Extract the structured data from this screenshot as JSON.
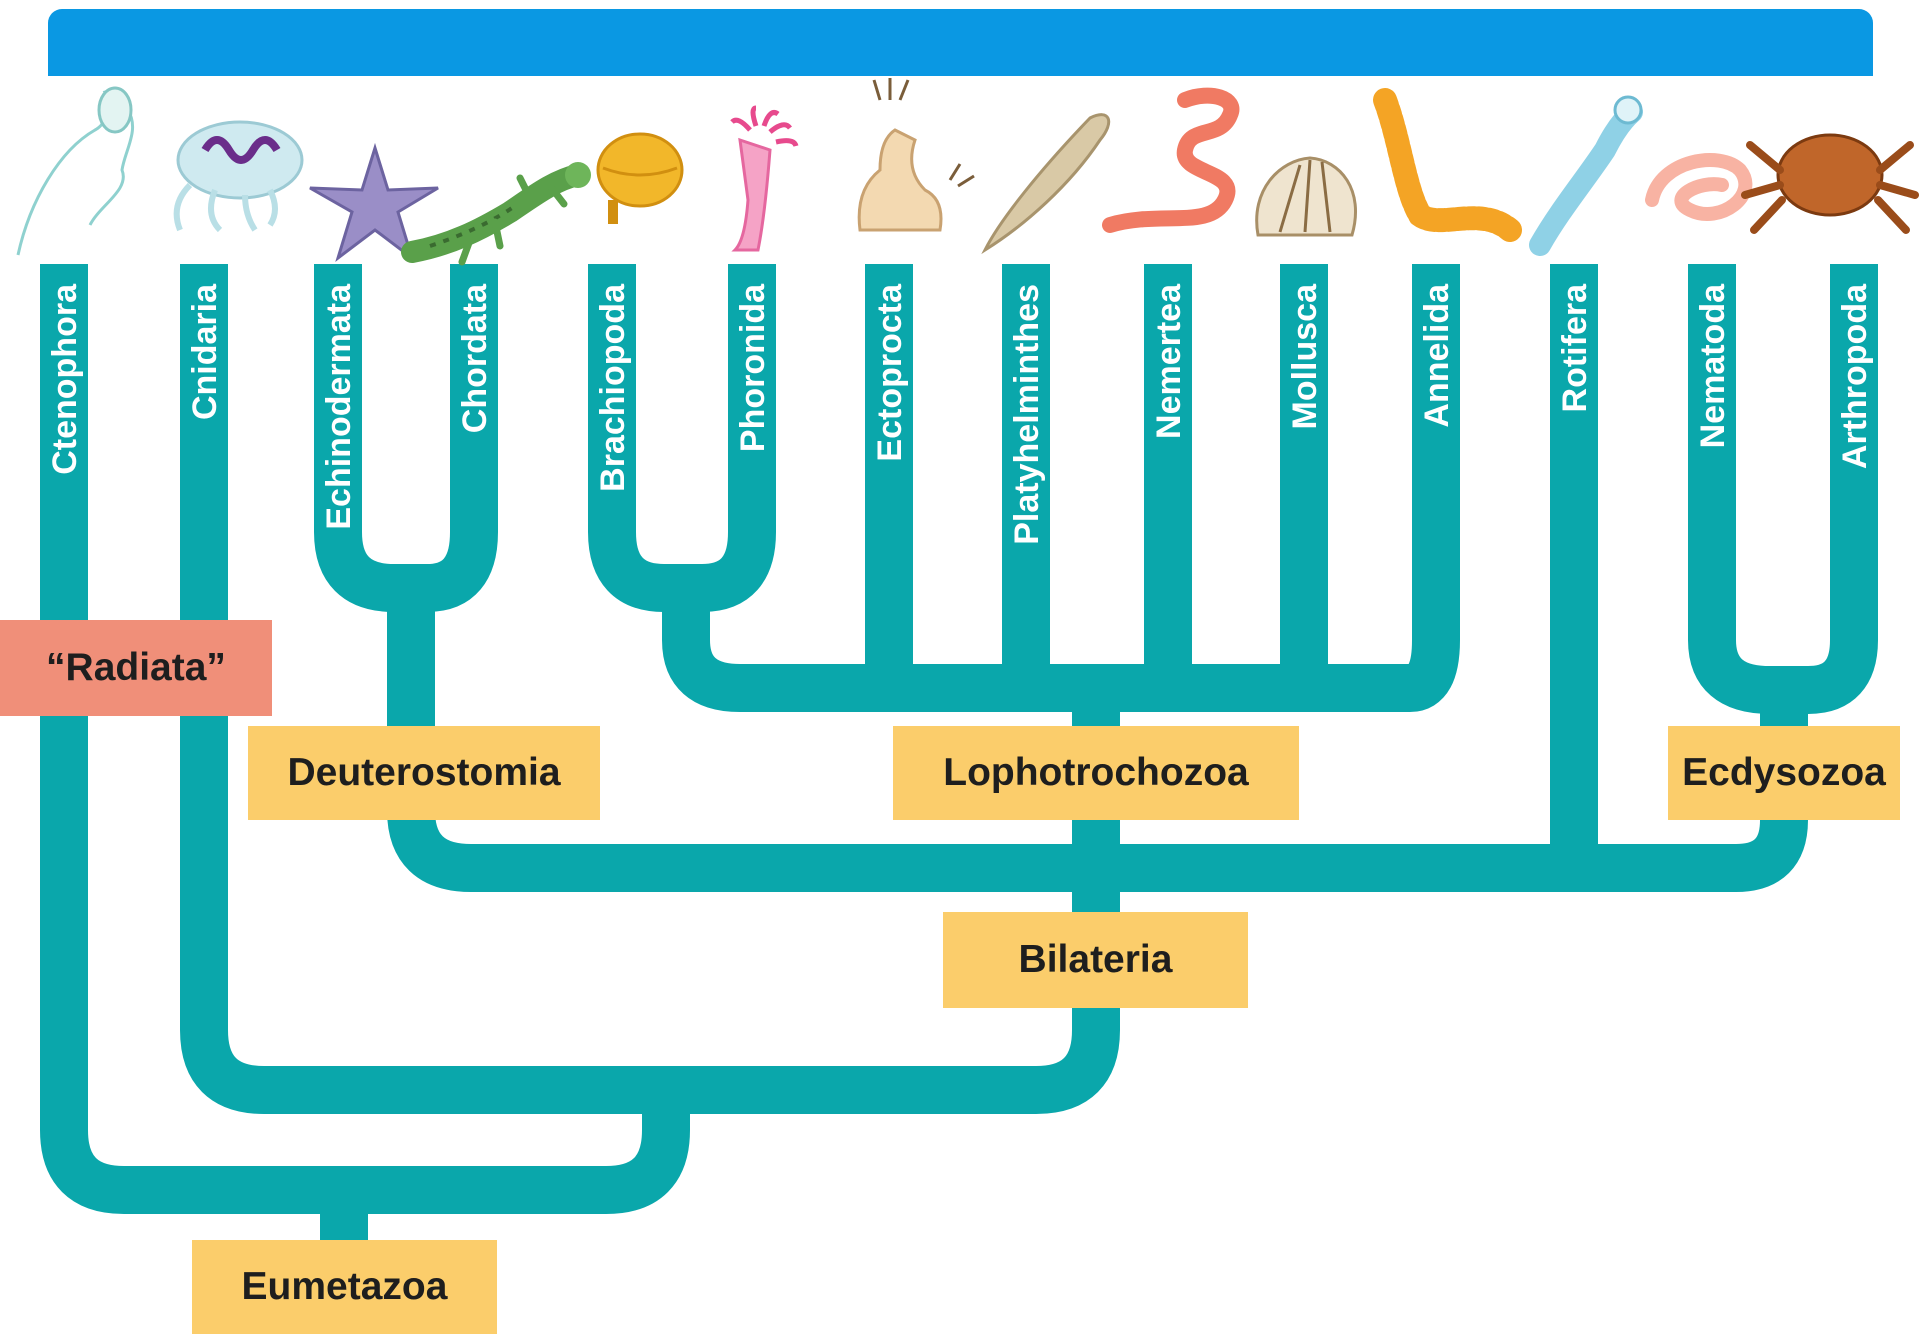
{
  "colors": {
    "header": "#0a98e3",
    "branch": "#0aa7ab",
    "clade_box": "#fbcd6b",
    "radiata_box": "#f08f79",
    "label_text": "#ffffff"
  },
  "taxa": [
    {
      "name": "Ctenophora",
      "icon": "comb-jelly-icon"
    },
    {
      "name": "Cnidaria",
      "icon": "jellyfish-icon"
    },
    {
      "name": "Echinodermata",
      "icon": "sea-star-icon"
    },
    {
      "name": "Chordata",
      "icon": "salamander-icon"
    },
    {
      "name": "Brachiopoda",
      "icon": "lamp-shell-icon"
    },
    {
      "name": "Phoronida",
      "icon": "phoronid-worm-icon"
    },
    {
      "name": "Ectoprocta",
      "icon": "bryozoan-icon"
    },
    {
      "name": "Platyhelminthes",
      "icon": "flatworm-icon"
    },
    {
      "name": "Nemertea",
      "icon": "ribbon-worm-icon"
    },
    {
      "name": "Mollusca",
      "icon": "scallop-shell-icon"
    },
    {
      "name": "Annelida",
      "icon": "segmented-worm-icon"
    },
    {
      "name": "Rotifera",
      "icon": "rotifer-icon"
    },
    {
      "name": "Nematoda",
      "icon": "roundworm-icon"
    },
    {
      "name": "Arthropoda",
      "icon": "crab-icon"
    }
  ],
  "clades": {
    "radiata": "“Radiata”",
    "deuterostomia": "Deuterostomia",
    "lophotrochozoa": "Lophotrochozoa",
    "ecdysozoa": "Ecdysozoa",
    "bilateria": "Bilateria",
    "eumetazoa": "Eumetazoa"
  }
}
